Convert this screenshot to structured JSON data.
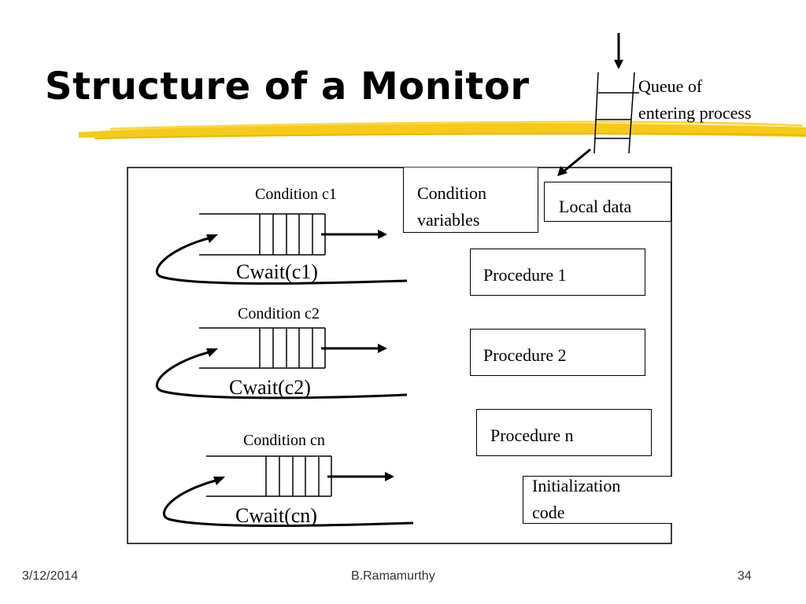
{
  "slide": {
    "title": "Structure of a Monitor"
  },
  "queue": {
    "label_line1": "Queue of",
    "label_line2": "entering process"
  },
  "monitor": {
    "condition_variables_line1": "Condition",
    "condition_variables_line2": "variables",
    "local_data": "Local data",
    "procedures": [
      "Procedure 1",
      "Procedure 2",
      "Procedure n"
    ],
    "init_line1": "Initialization",
    "init_line2": "code",
    "conditions": [
      {
        "label": "Condition c1",
        "wait": "Cwait(c1)"
      },
      {
        "label": "Condition c2",
        "wait": "Cwait(c2)"
      },
      {
        "label": "Condition cn",
        "wait": "Cwait(cn)"
      }
    ]
  },
  "footer": {
    "date": "3/12/2014",
    "author": "B.Ramamurthy",
    "page": "34"
  },
  "colors": {
    "brush_yellow": "#f5c400",
    "ink": "#000000"
  }
}
